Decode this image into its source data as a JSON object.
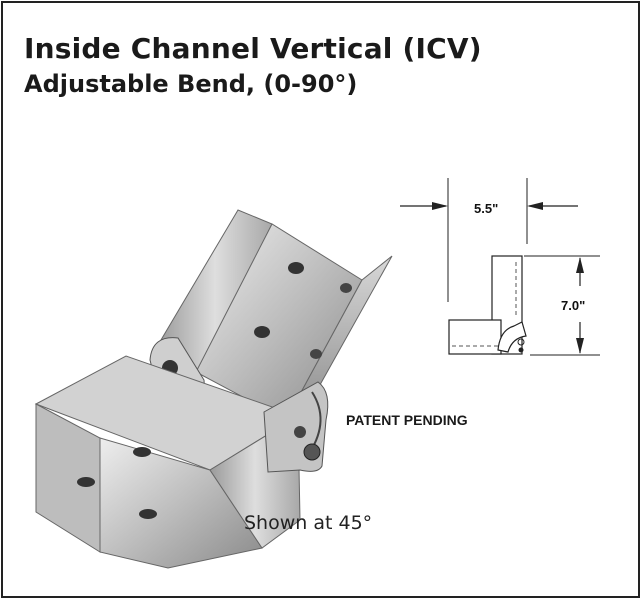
{
  "header": {
    "title": "Inside Channel Vertical (ICV)",
    "subtitle": "Adjustable Bend, (0-90°)"
  },
  "drawing": {
    "width_label": "5.5\"",
    "height_label": "7.0\""
  },
  "photo": {
    "patent_label": "PATENT PENDING",
    "caption": "Shown at 45°"
  },
  "colors": {
    "border": "#222222",
    "metal_light": "#e4e4e4",
    "metal_mid": "#b8b8b8",
    "metal_dark": "#7a7a7a"
  }
}
